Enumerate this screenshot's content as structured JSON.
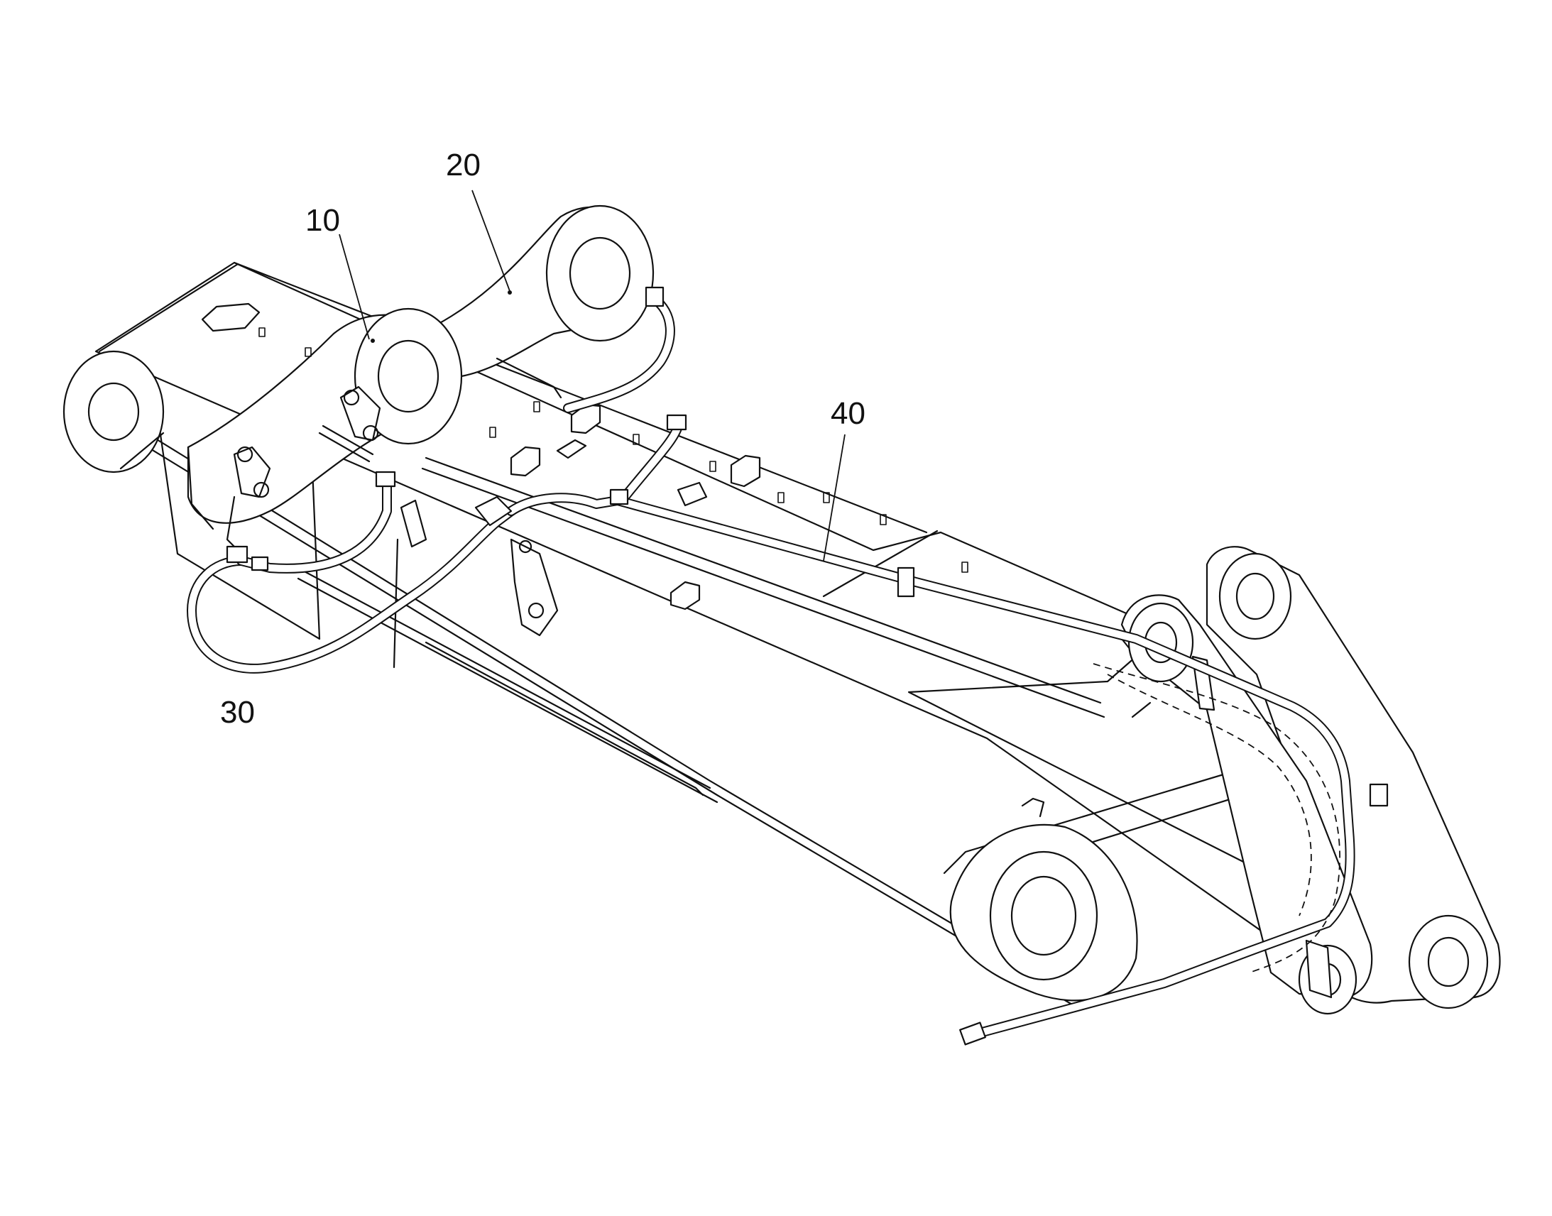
{
  "reference_numerals": {
    "r10": "10",
    "r20": "20",
    "r30": "30",
    "r40": "40"
  }
}
